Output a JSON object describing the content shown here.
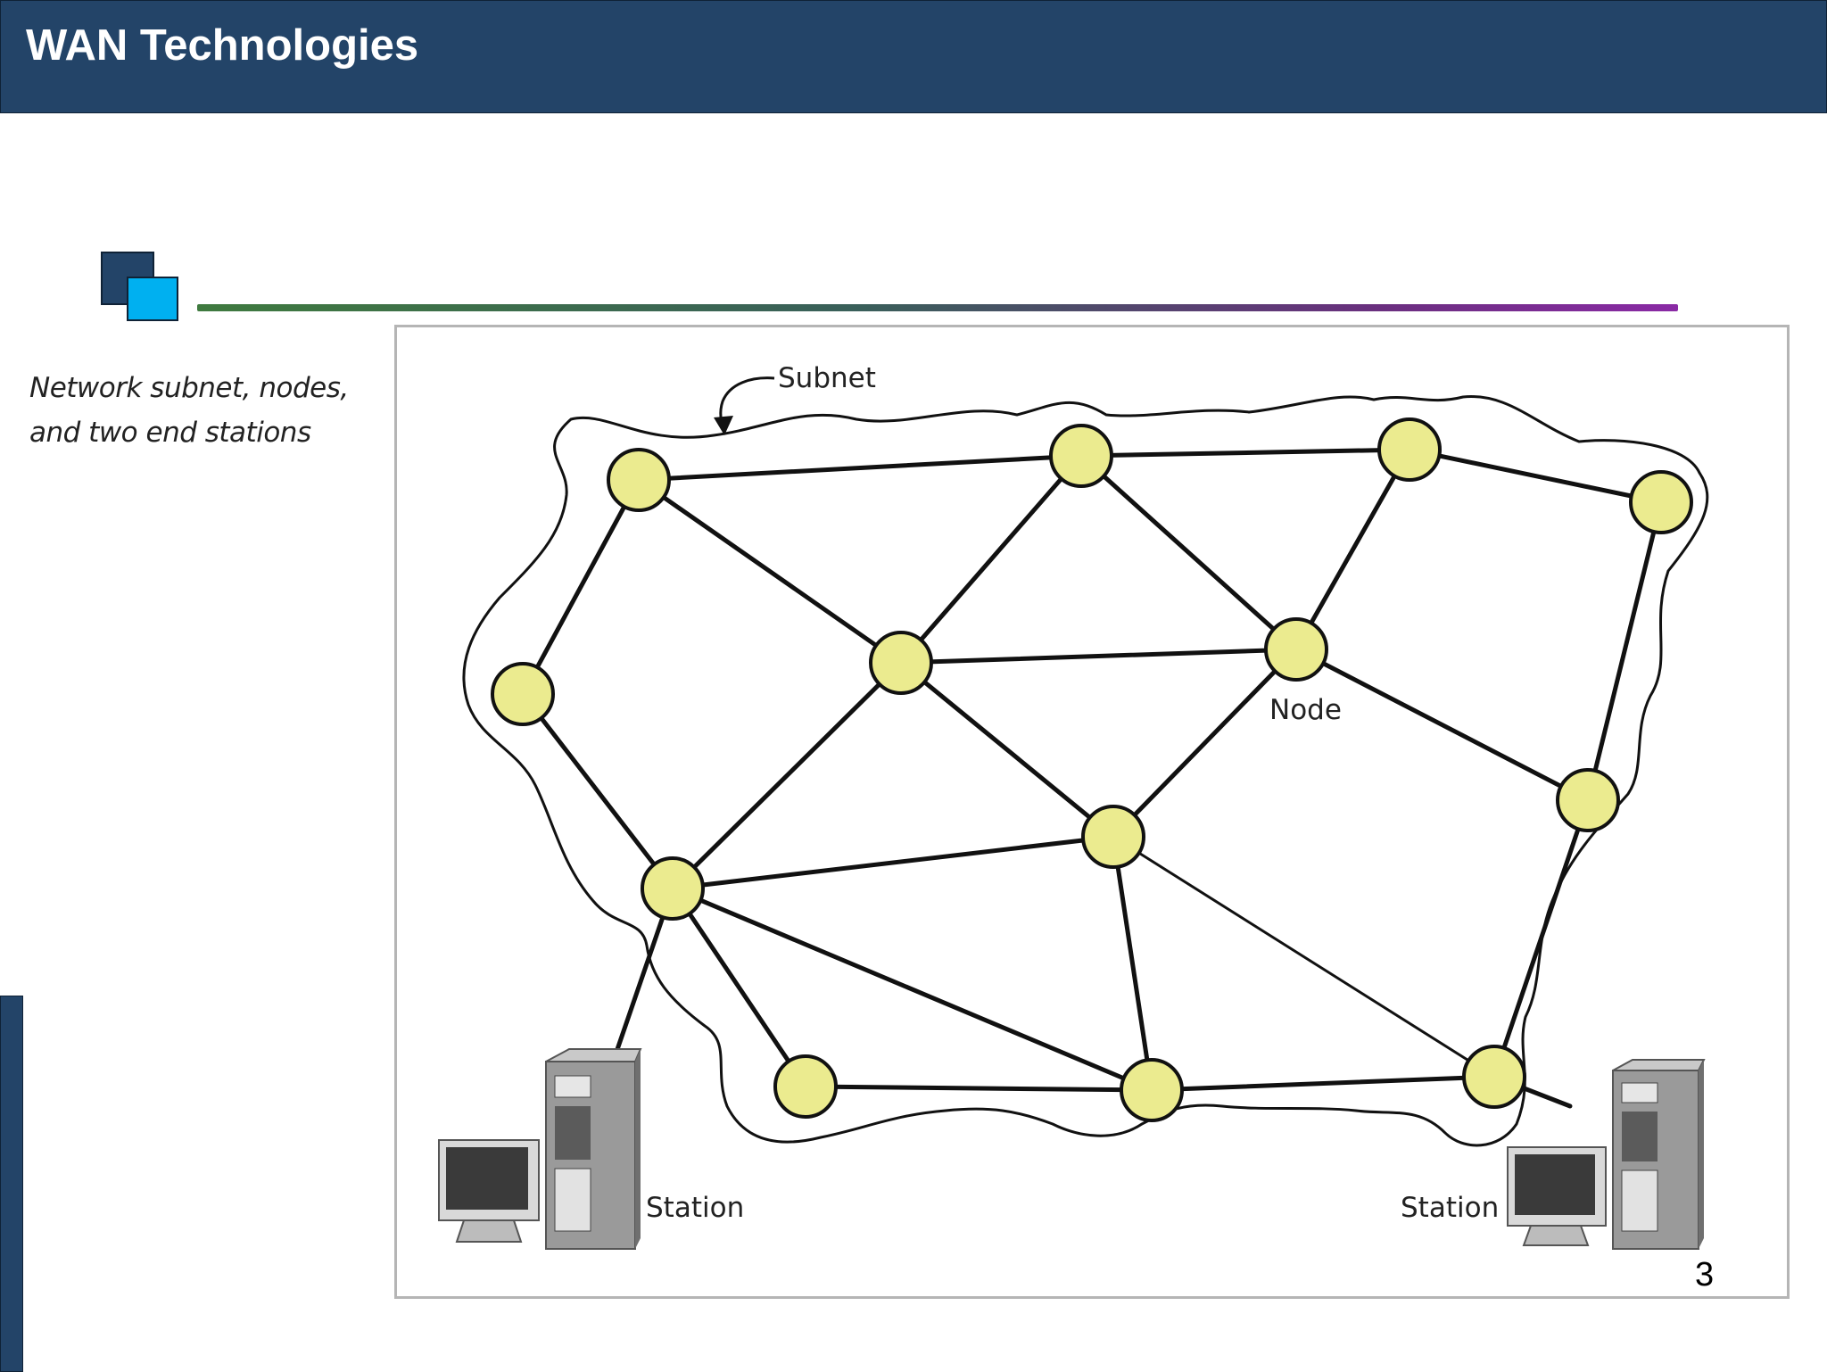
{
  "header": {
    "title": "WAN Technologies"
  },
  "caption": {
    "line1": "Network subnet, nodes,",
    "line2": "and two end stations"
  },
  "diagram": {
    "subnet_label": "Subnet",
    "node_label": "Node",
    "station_left_label": "Station",
    "station_right_label": "Station"
  },
  "footer": {
    "page_number": "3"
  },
  "colors": {
    "header_bg": "#234468",
    "node_fill": "#ebeb8f",
    "accent_square": "#00b0f0"
  }
}
